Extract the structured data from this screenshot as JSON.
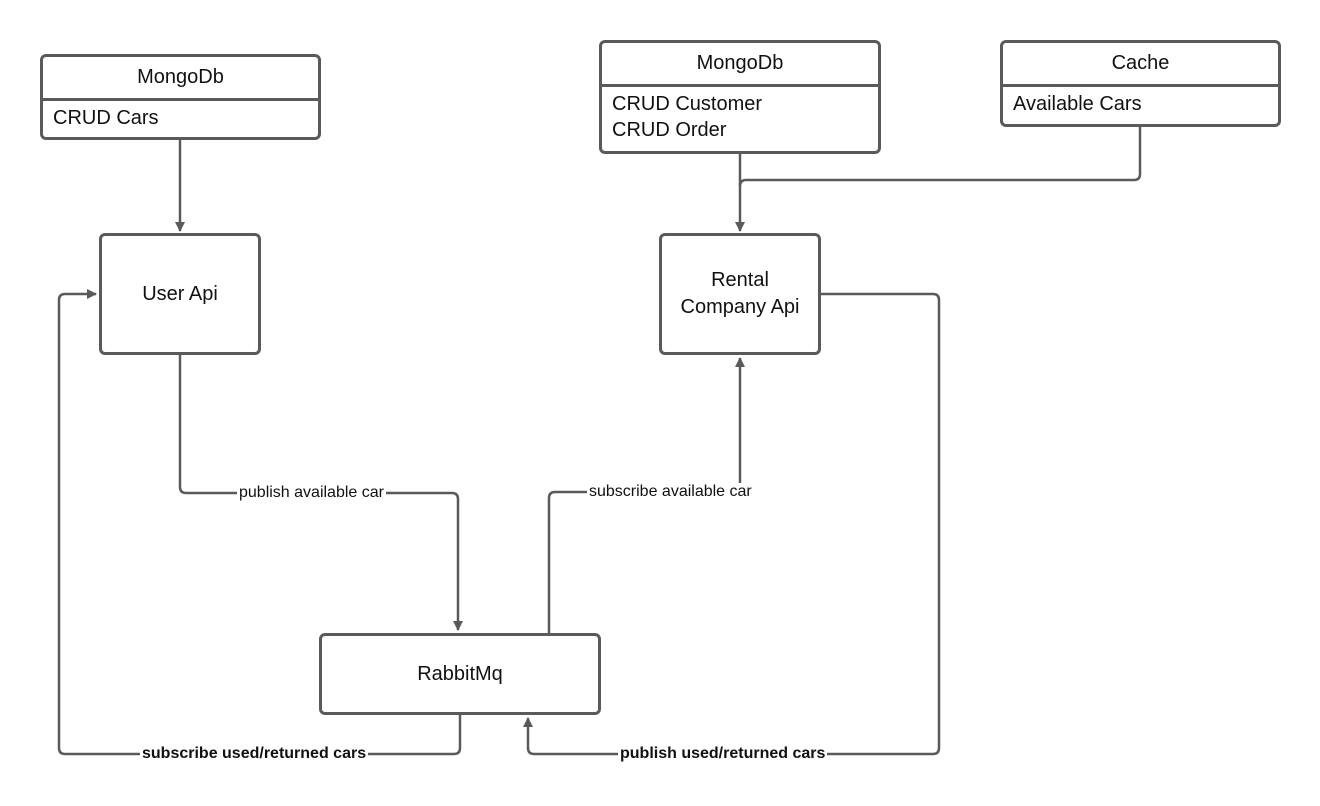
{
  "nodes": {
    "mongo_cars": {
      "title": "MongoDb",
      "lines": [
        "CRUD Cars"
      ]
    },
    "mongo_rental": {
      "title": "MongoDb",
      "lines": [
        "CRUD Customer",
        "CRUD Order"
      ]
    },
    "cache": {
      "title": "Cache",
      "lines": [
        "Available Cars"
      ]
    },
    "user_api": {
      "label": "User Api"
    },
    "rental_api": {
      "label_line1": "Rental",
      "label_line2": "Company Api"
    },
    "rabbitmq": {
      "label": "RabbitMq"
    }
  },
  "edges": {
    "publish_available": "publish available car",
    "subscribe_available": "subscribe available car",
    "subscribe_used": "subscribe used/returned cars",
    "publish_used": "publish used/returned cars"
  },
  "colors": {
    "stroke": "#5a5a5a",
    "background": "#ffffff"
  }
}
